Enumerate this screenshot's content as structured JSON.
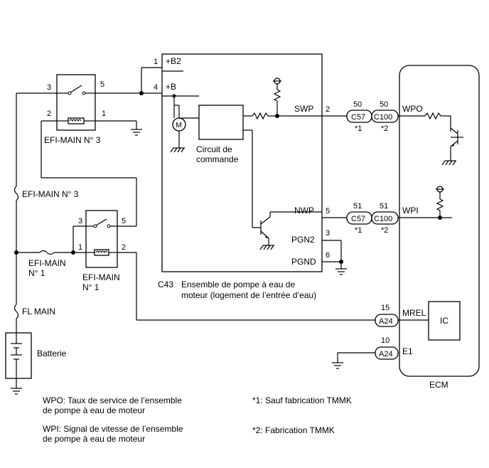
{
  "relays": {
    "efi3": {
      "label": "EFI-MAIN N° 3",
      "p3": "3",
      "p5": "5",
      "p2": "2",
      "p1": "1"
    },
    "efi1": {
      "label1": "EFI-MAIN",
      "label2": "N° 1",
      "p3": "3",
      "p5": "5",
      "p1": "1",
      "p2": "2"
    }
  },
  "fuses": {
    "efi3": "EFI-MAIN N° 3",
    "efi1_l1": "EFI-MAIN",
    "efi1_l2": "N° 1",
    "fl_main": "FL MAIN"
  },
  "battery": {
    "label": "Batterie"
  },
  "pump": {
    "connector": "C43",
    "desc1": "Ensemble de pompe à eau de",
    "desc2": "moteur (logement de l’entrée d’eau)",
    "control1": "Circuit de",
    "control2": "commande",
    "motor": "M",
    "pins": {
      "b2_num": "1",
      "b2": "+B2",
      "b_num": "4",
      "b": "+B",
      "swp": "SWP",
      "swp_num": "2",
      "nwp": "NWP",
      "nwp_num": "5",
      "pgn2": "PGN2",
      "pgn2_num": "3",
      "pgnd": "PGND",
      "pgnd_num": "6"
    }
  },
  "connectors": {
    "row1": {
      "c57_pin": "50",
      "c57": "C57",
      "c57_note": "*1",
      "c100_pin": "50",
      "c100": "C100",
      "c100_note": "*2"
    },
    "row2": {
      "c57_pin": "51",
      "c57": "C57",
      "c57_note": "*1",
      "c100_pin": "51",
      "c100": "C100",
      "c100_note": "*2"
    },
    "a24_mrel": {
      "pin": "15",
      "label": "A24"
    },
    "a24_e1": {
      "pin": "10",
      "label": "A24"
    }
  },
  "ecm": {
    "label": "ECM",
    "wpo": "WPO",
    "wpi": "WPI",
    "mrel": "MREL",
    "e1": "E1",
    "ic": "IC"
  },
  "legend": {
    "wpo1": "WPO: Taux de service de l’ensemble",
    "wpo2": "de pompe à eau de moteur",
    "wpi1": "WPI: Signal de vitesse de l’ensemble",
    "wpi2": "de pompe à eau de moteur",
    "note1": "*1: Sauf fabrication TMMK",
    "note2": "*2: Fabrication TMMK"
  }
}
